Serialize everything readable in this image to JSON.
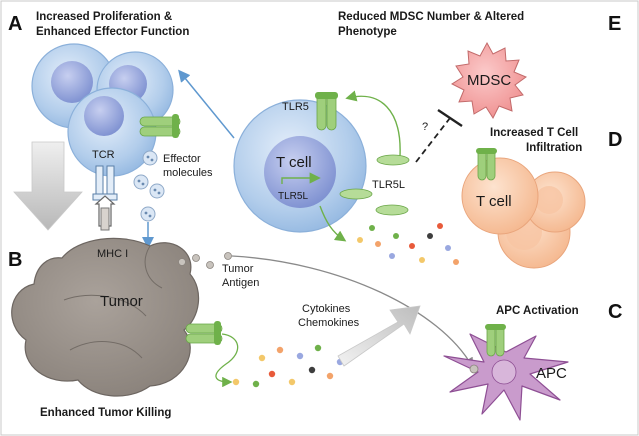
{
  "panels": {
    "a": {
      "letter": "A",
      "title_line1": "Increased Proliferation &",
      "title_line2": "Enhanced Effector Function"
    },
    "b": {
      "letter": "B",
      "title": "Enhanced Tumor Killing"
    },
    "c": {
      "letter": "C",
      "title": "APC Activation"
    },
    "d": {
      "letter": "D",
      "title_line1": "Increased T Cell",
      "title_line2": "Infiltration"
    },
    "e": {
      "letter": "E",
      "title_line1": "Reduced MDSC Number & Altered",
      "title_line2": "Phenotype"
    }
  },
  "labels": {
    "tcr": "TCR",
    "effector_line1": "Effector",
    "effector_line2": "molecules",
    "mhc": "MHC I",
    "tumor": "Tumor",
    "tumor_antigen_line1": "Tumor",
    "tumor_antigen_line2": "Antigen",
    "tlr5": "TLR5",
    "tcell_center": "T cell",
    "tlr5l_inner": "TLR5L",
    "tlr5l_outer": "TLR5L",
    "mdsc": "MDSC",
    "question": "?",
    "tcell_d": "T cell",
    "cytokines": "Cytokines",
    "chemokines": "Chemokines",
    "apc": "APC"
  },
  "colors": {
    "tcell_fill": "#a9c8ea",
    "tcell_nucleus": "#8d9fd6",
    "receptor_green": "#8fc76c",
    "tumor": "#8f8882",
    "tcell_d": "#f6c2a0",
    "mdsc": "#f29a9a",
    "apc": "#b57ab8",
    "arrow_blue": "#5f98cf"
  }
}
